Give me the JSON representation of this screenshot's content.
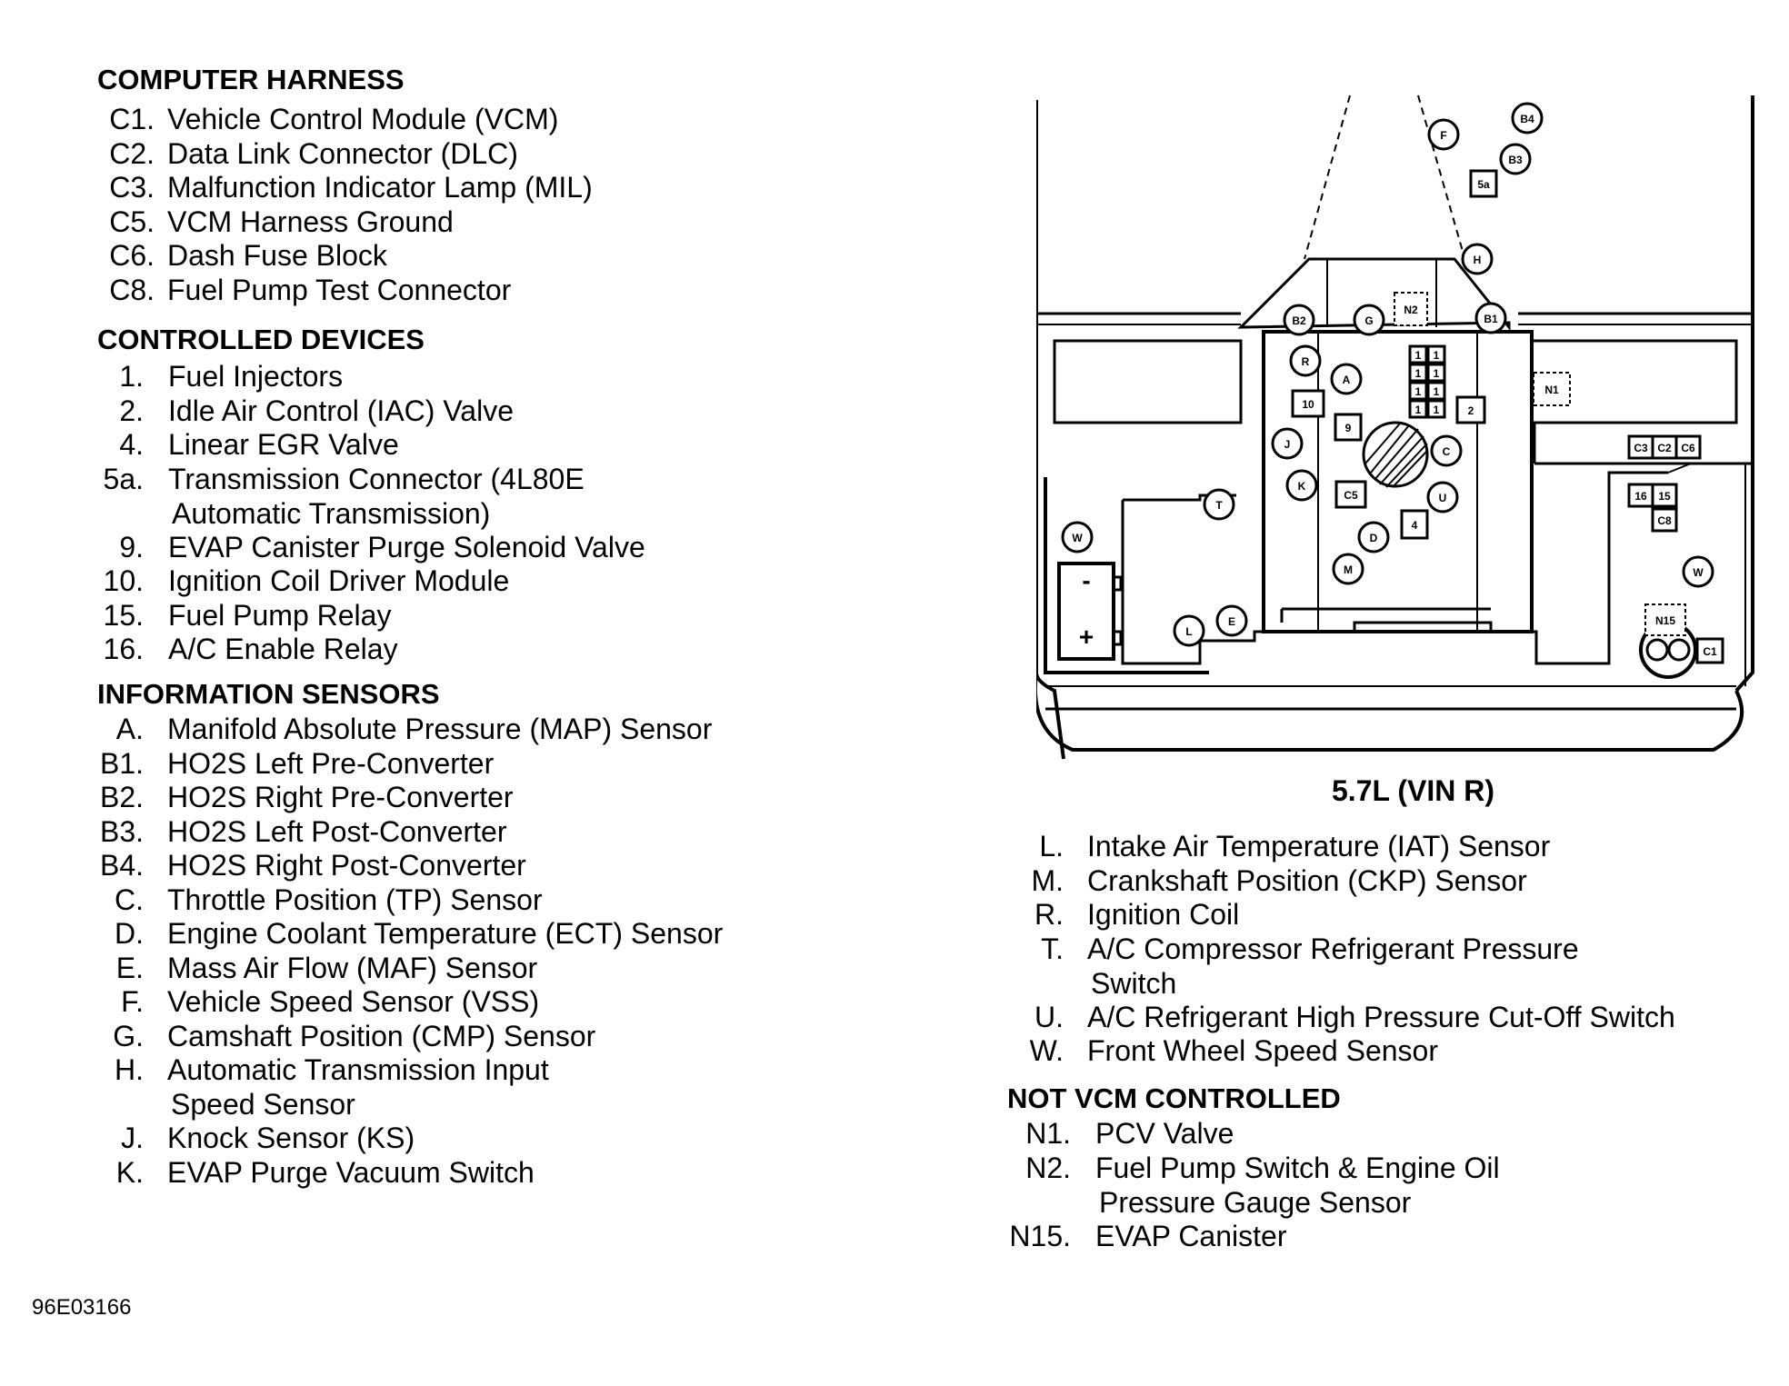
{
  "computer_harness": {
    "title": "COMPUTER HARNESS",
    "items": [
      {
        "code": "C1.",
        "label": "Vehicle Control Module (VCM)"
      },
      {
        "code": "C2.",
        "label": "Data Link Connector (DLC)"
      },
      {
        "code": "C3.",
        "label": "Malfunction Indicator Lamp (MIL)"
      },
      {
        "code": "C5.",
        "label": "VCM Harness Ground"
      },
      {
        "code": "C6.",
        "label": "Dash Fuse Block"
      },
      {
        "code": "C8.",
        "label": "Fuel Pump Test Connector"
      }
    ]
  },
  "controlled_devices": {
    "title": "CONTROLLED DEVICES",
    "items": [
      {
        "code": "1.",
        "label": "Fuel Injectors"
      },
      {
        "code": "2.",
        "label": "Idle Air Control (IAC) Valve"
      },
      {
        "code": "4.",
        "label": "Linear EGR Valve"
      },
      {
        "code": "5a.",
        "label": "Transmission Connector (4L80E",
        "label2": "Automatic Transmission)"
      },
      {
        "code": "9.",
        "label": "EVAP Canister Purge Solenoid Valve"
      },
      {
        "code": "10.",
        "label": "Ignition Coil Driver Module"
      },
      {
        "code": "15.",
        "label": "Fuel Pump Relay"
      },
      {
        "code": "16.",
        "label": "A/C Enable Relay"
      }
    ]
  },
  "information_sensors": {
    "title": "INFORMATION SENSORS",
    "items": [
      {
        "code": "A.",
        "label": "Manifold Absolute Pressure (MAP) Sensor"
      },
      {
        "code": "B1.",
        "label": "HO2S Left Pre-Converter"
      },
      {
        "code": "B2.",
        "label": "HO2S Right Pre-Converter"
      },
      {
        "code": "B3.",
        "label": "HO2S Left Post-Converter"
      },
      {
        "code": "B4.",
        "label": "HO2S Right Post-Converter"
      },
      {
        "code": "C.",
        "label": "Throttle Position (TP) Sensor"
      },
      {
        "code": "D.",
        "label": "Engine Coolant Temperature (ECT) Sensor"
      },
      {
        "code": "E.",
        "label": "Mass Air Flow (MAF) Sensor"
      },
      {
        "code": "F.",
        "label": "Vehicle Speed Sensor (VSS)"
      },
      {
        "code": "G.",
        "label": "Camshaft Position (CMP) Sensor"
      },
      {
        "code": "H.",
        "label": "Automatic Transmission Input",
        "label2": "Speed Sensor"
      },
      {
        "code": "J.",
        "label": "Knock Sensor (KS)"
      },
      {
        "code": "K.",
        "label": "EVAP Purge Vacuum Switch"
      }
    ]
  },
  "information_sensors_cont": {
    "items": [
      {
        "code": "L.",
        "label": "Intake Air Temperature (IAT) Sensor"
      },
      {
        "code": "M.",
        "label": "Crankshaft Position (CKP) Sensor"
      },
      {
        "code": "R.",
        "label": "Ignition Coil"
      },
      {
        "code": "T.",
        "label": "A/C Compressor Refrigerant Pressure",
        "label2": "Switch"
      },
      {
        "code": "U.",
        "label": "A/C Refrigerant High Pressure Cut-Off Switch"
      },
      {
        "code": "W.",
        "label": "Front Wheel Speed Sensor"
      }
    ]
  },
  "not_vcm_controlled": {
    "title": "NOT VCM CONTROLLED",
    "items": [
      {
        "code": "N1.",
        "label": "PCV Valve"
      },
      {
        "code": "N2.",
        "label": "Fuel Pump Switch & Engine Oil",
        "label2": "Pressure Gauge Sensor"
      },
      {
        "code": "N15.",
        "label": "EVAP Canister"
      }
    ]
  },
  "diagram": {
    "caption": "5.7L (VIN R)",
    "figure_id": "96E03166",
    "circle_labels": [
      "B4",
      "F",
      "B3",
      "H",
      "B2",
      "G",
      "B1",
      "R",
      "A",
      "J",
      "C",
      "K",
      "U",
      "T",
      "D",
      "M",
      "W",
      "E",
      "L",
      "W"
    ],
    "box_labels": [
      "5a",
      "10",
      "9",
      "2",
      "C5",
      "4",
      "C3",
      "C2",
      "C6",
      "16",
      "15",
      "C8",
      "C1"
    ],
    "injector_label": "1",
    "dashed_labels": [
      "N2",
      "N1",
      "N15"
    ],
    "battery_minus": "-",
    "battery_plus": "+"
  }
}
